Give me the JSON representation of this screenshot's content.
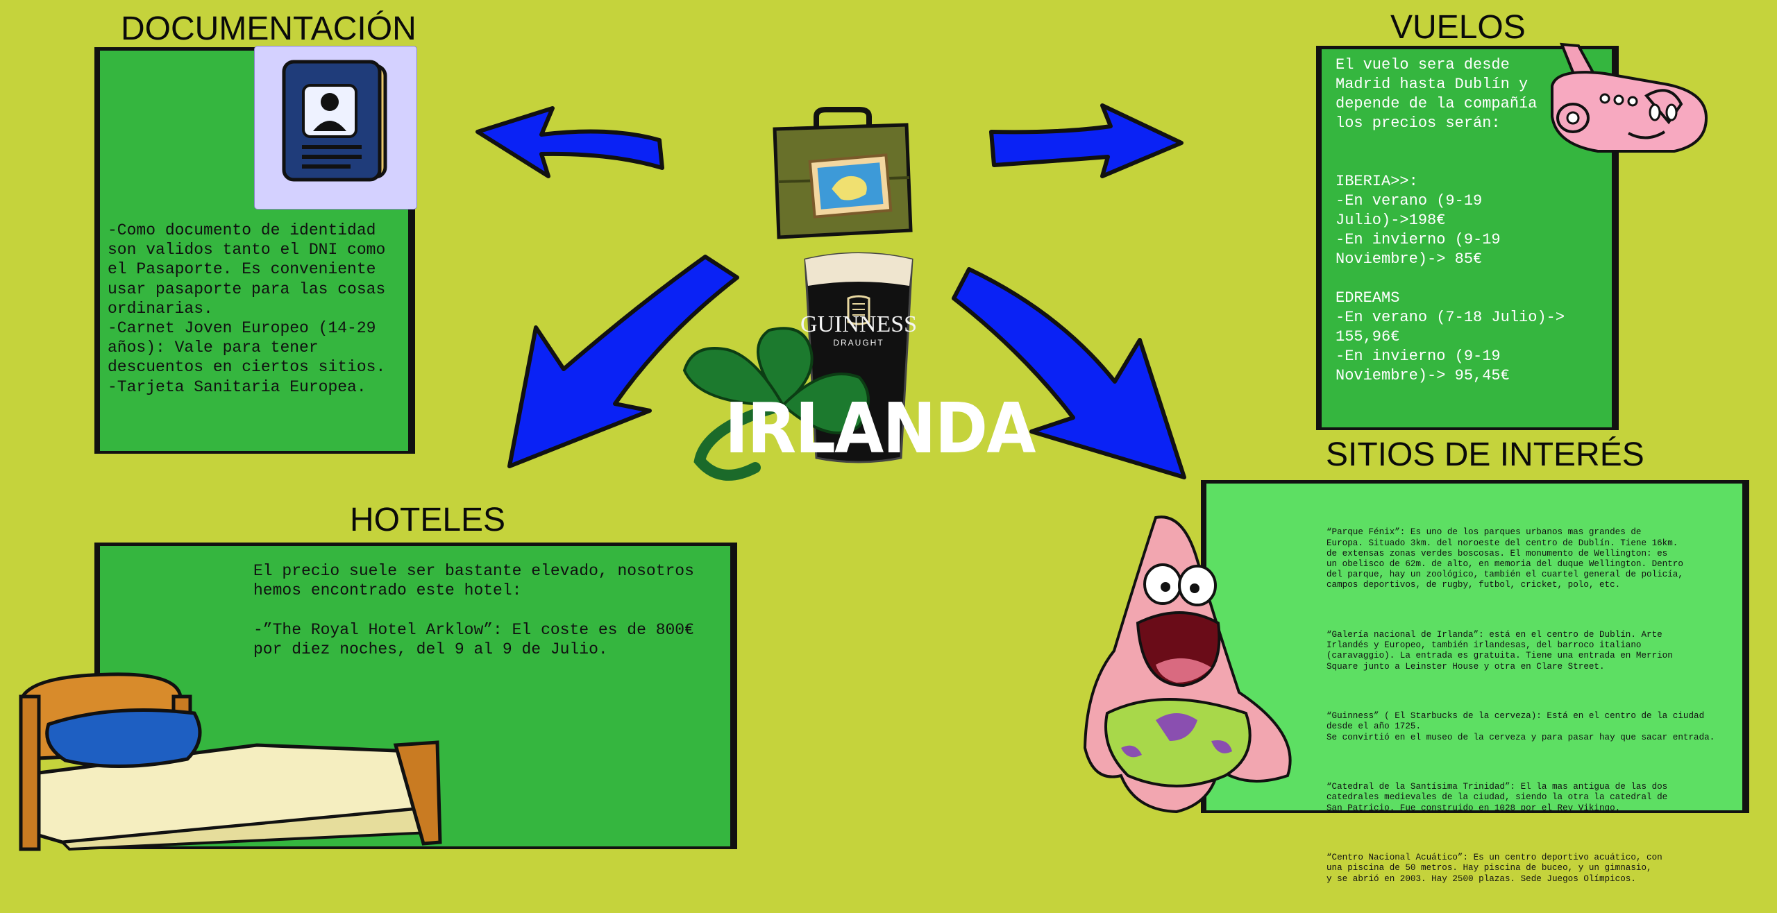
{
  "colors": {
    "background": "#c5d33c",
    "panel_dark": "#35b63f",
    "panel_light": "#5ddf63",
    "arrow": "#0a22f5",
    "outline": "#111111"
  },
  "documentacion": {
    "title": "DOCUMENTACIÓN",
    "icon": "passport-icon",
    "text": "-Como documento de identidad\nson validos tanto el DNI como\nel Pasaporte. Es conveniente\nusar pasaporte para las cosas\nordinarias.\n-Carnet Joven Europeo (14-29\naños): Vale para tener\ndescuentos en ciertos sitios.\n-Tarjeta Sanitaria Europea."
  },
  "vuelos": {
    "title": "VUELOS",
    "icon": "airplane-icon",
    "text": "El vuelo sera desde\nMadrid hasta Dublín y\ndepende de la compañía\nlos precios serán:\n\n\nIBERIA>>:\n-En verano (9-19\nJulio)->198€\n-En invierno (9-19\nNoviembre)-> 85€\n\nEDREAMS\n-En verano (7-18 Julio)->\n155,96€\n-En invierno (9-19\nNoviembre)-> 95,45€"
  },
  "hoteles": {
    "title": "HOTELES",
    "icon": "bed-icon",
    "text": "El precio suele ser bastante elevado, nosotros\nhemos encontrado este hotel:\n\n-”The Royal Hotel Arklow”: El coste es de 800€\npor diez noches, del 9 al 9 de Julio."
  },
  "sitios": {
    "title": "SITIOS DE INTERÉS",
    "icon": "patrick-star-icon",
    "items": [
      "“Parque Fénix”: Es uno de los parques urbanos mas grandes de\nEuropa. Situado 3km. del noroeste del centro de Dublín. Tiene 16km.\nde extensas zonas verdes boscosas. El monumento de Wellington: es\nun obelisco de 62m. de alto, en memoria del duque Wellington. Dentro\ndel parque, hay un zoológico, también el cuartel general de policía,\ncampos deportivos, de rugby, futbol, cricket, polo, etc.",
      "“Galería nacional de Irlanda”: está en el centro de Dublín. Arte\nIrlandés y Europeo, también irlandesas, del barroco italiano\n(caravaggio). La entrada es gratuita. Tiene una entrada en Merrion\nSquare junto a Leinster House y otra en Clare Street.",
      "“Guinness” ( El Starbucks de la cerveza): Está en el centro de la ciudad\ndesde el año 1725.\nSe convirtió en el museo de la cerveza y para pasar hay que sacar entrada.",
      "“Catedral de la Santísima Trinidad”: El la mas antigua de las dos\ncatedrales medievales de la ciudad, siendo la otra la catedral de\nSan Patricio. Fue construido en 1028 por el Rey Vikingo.",
      "“Centro Nacional Acuático”: Es un centro deportivo acuático, con\nuna piscina de 50 metros. Hay piscina de buceo, y un gimnasio,\ny se abrió en 2003. Hay 2500 plazas. Sede Juegos Olímpicos."
    ]
  },
  "center": {
    "title": "IRLANDA",
    "beer_brand": "GUINNESS",
    "beer_sub": "DRAUGHT",
    "icons": [
      "suitcase-icon",
      "guinness-pint-icon",
      "shamrock-icon"
    ]
  }
}
